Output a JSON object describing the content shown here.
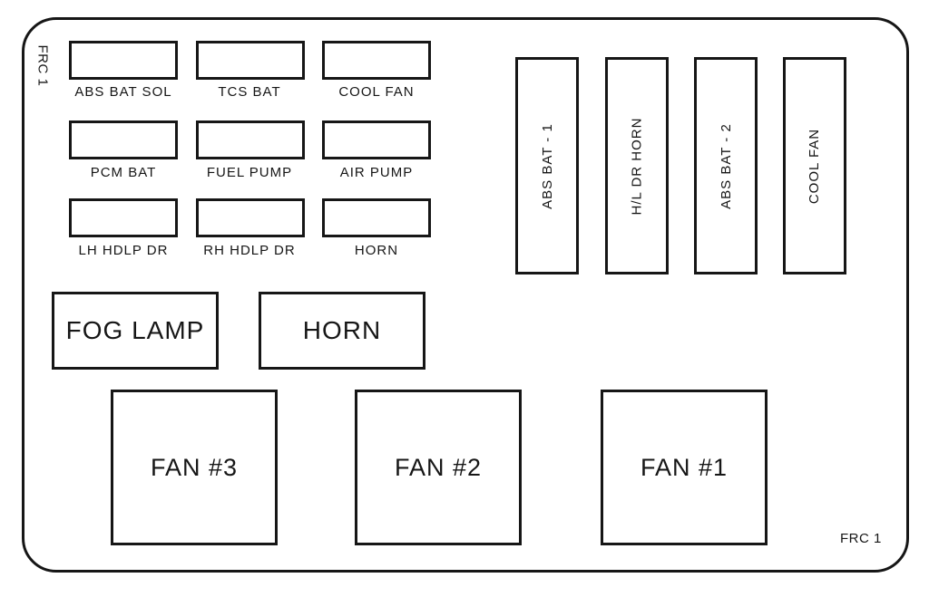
{
  "board": {
    "corner_label_top_left": "FRC 1",
    "corner_label_bottom_right": "FRC 1"
  },
  "mini_fuses": {
    "labels": [
      "ABS BAT SOL",
      "TCS BAT",
      "COOL FAN",
      "PCM BAT",
      "FUEL PUMP",
      "AIR PUMP",
      "LH HDLP DR",
      "RH HDLP DR",
      "HORN"
    ]
  },
  "vertical_fuses": {
    "labels": [
      "ABS BAT - 1",
      "H/L DR HORN",
      "ABS BAT - 2",
      "COOL FAN"
    ]
  },
  "relays": {
    "labels": [
      "FOG LAMP",
      "HORN"
    ]
  },
  "fans": {
    "labels": [
      "FAN #3",
      "FAN #2",
      "FAN #1"
    ]
  },
  "colors": {
    "line": "#161616",
    "background": "#ffffff"
  }
}
